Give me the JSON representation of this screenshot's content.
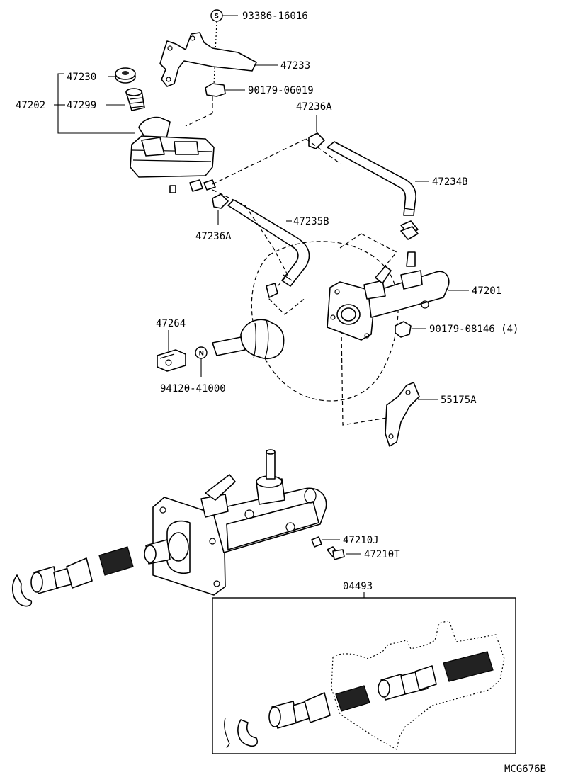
{
  "diagram_code": "MCG676B",
  "callouts": {
    "p93386_16016": "93386-16016",
    "p47233": "47233",
    "p47230": "47230",
    "p47202": "47202",
    "p47299": "47299",
    "p90179_06019": "90179-06019",
    "p47236A_top": "47236A",
    "p47234B": "47234B",
    "p47235B": "47235B",
    "p47236A_bottom": "47236A",
    "p47201": "47201",
    "p47264": "47264",
    "p90179_08146": "90179-08146 (4)",
    "p94120_41000": "94120-41000",
    "p55175A": "55175A",
    "p47210J": "47210J",
    "p47210T": "47210T",
    "p04493": "04493"
  },
  "symbols": {
    "s_marker": "S",
    "n_marker": "N"
  }
}
